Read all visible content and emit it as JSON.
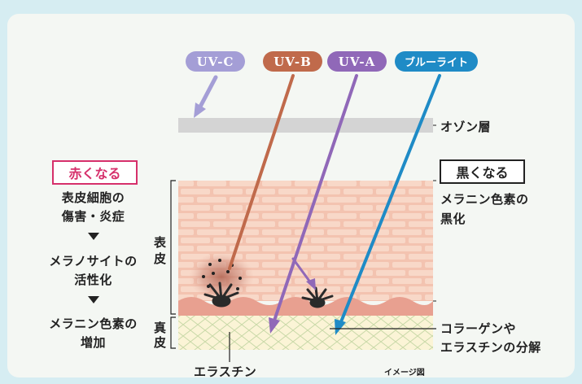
{
  "uv_labels": {
    "uvc": "UV-C",
    "uvb": "UV-B",
    "uva": "UV-A",
    "blue": "ブルーライト"
  },
  "colors": {
    "uvc": "#a49ed6",
    "uvb": "#c06a4b",
    "uva": "#9068b8",
    "blue": "#1f8bc6",
    "red_accent": "#d6306b"
  },
  "ozone_label": "オゾン層",
  "left": {
    "box_label": "赤くなる",
    "step1_line1": "表皮細胞の",
    "step1_line2": "傷害・炎症",
    "step2_line1": "メラノサイトの",
    "step2_line2": "活性化",
    "step3_line1": "メラニン色素の",
    "step3_line2": "増加"
  },
  "right": {
    "box_label": "黒くなる",
    "text_line1": "メラニン色素の",
    "text_line2": "黒化",
    "collagen_line1": "コラーゲンや",
    "collagen_line2": "エラスチンの分解"
  },
  "layers": {
    "epidermis_1": "表",
    "epidermis_2": "皮",
    "dermis_1": "真",
    "dermis_2": "皮"
  },
  "elastin_label": "エラスチン",
  "caption": "イメージ図"
}
